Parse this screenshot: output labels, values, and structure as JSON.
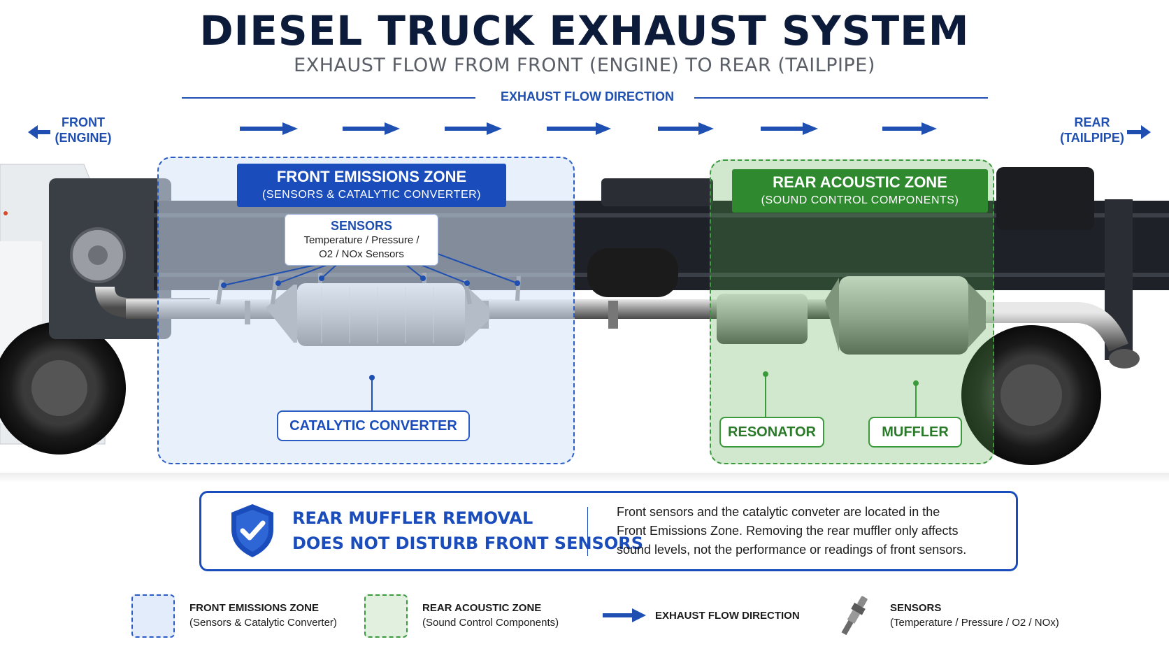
{
  "title": "DIESEL TRUCK EXHAUST SYSTEM",
  "subtitle": "EXHAUST FLOW FROM FRONT (ENGINE) TO REAR (TAILPIPE)",
  "flow": {
    "label": "EXHAUST FLOW DIRECTION",
    "front_line1": "FRONT",
    "front_line2": "(ENGINE)",
    "rear_line1": "REAR",
    "rear_line2": "(TAILPIPE)"
  },
  "front_zone": {
    "title": "FRONT EMISSIONS ZONE",
    "subtitle": "(SENSORS & CATALYTIC CONVERTER)",
    "sensors_title": "SENSORS",
    "sensors_line1": "Temperature / Pressure /",
    "sensors_line2": "O2 / NOx Sensors",
    "catalytic_label": "CATALYTIC CONVERTER"
  },
  "rear_zone": {
    "title": "REAR ACOUSTIC ZONE",
    "subtitle": "(SOUND CONTROL COMPONENTS)",
    "resonator_label": "RESONATOR",
    "muffler_label": "MUFFLER"
  },
  "notice": {
    "head_line1": "REAR MUFFLER REMOVAL",
    "head_line2": "DOES NOT DISTURB FRONT SENSORS",
    "body_line1": "Front sensors and the catalytic conveter are located in the",
    "body_line2": "Front Emissions Zone. Removing the rear muffler only affects",
    "body_line3": "sound levels, not the performance or readings of front sensors."
  },
  "legend": {
    "front_title": "FRONT EMISSIONS ZONE",
    "front_sub": "(Sensors & Catalytic Converter)",
    "rear_title": "REAR ACOUSTIC ZONE",
    "rear_sub": "(Sound Control Components)",
    "flow_title": "EXHAUST FLOW DIRECTION",
    "sensors_title": "SENSORS",
    "sensors_sub": "(Temperature / Pressure / O2 / NOx)"
  },
  "colors": {
    "front_accent": "#1a4dbb",
    "rear_accent": "#2f8a2f",
    "title": "#0d1b3a"
  },
  "icons": [
    "shield-check-icon",
    "sensor-probe-icon",
    "arrow-right-icon",
    "arrow-left-icon"
  ]
}
